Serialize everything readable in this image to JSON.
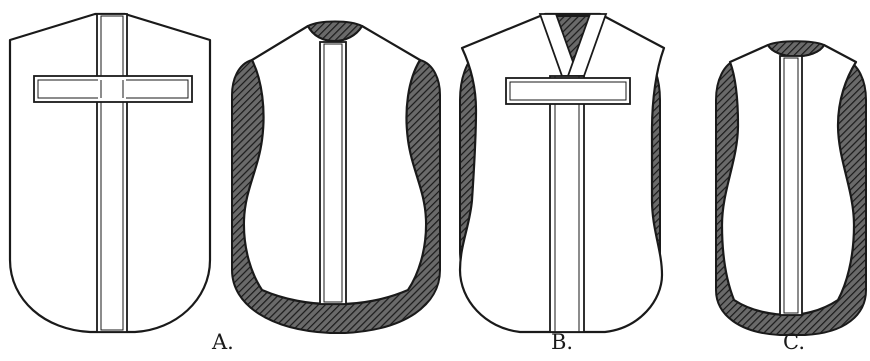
{
  "figure": {
    "labels": {
      "a": "A.",
      "b": "B.",
      "c": "C."
    },
    "colors": {
      "ink": "#1a1a1a",
      "paper": "#ffffff"
    }
  }
}
